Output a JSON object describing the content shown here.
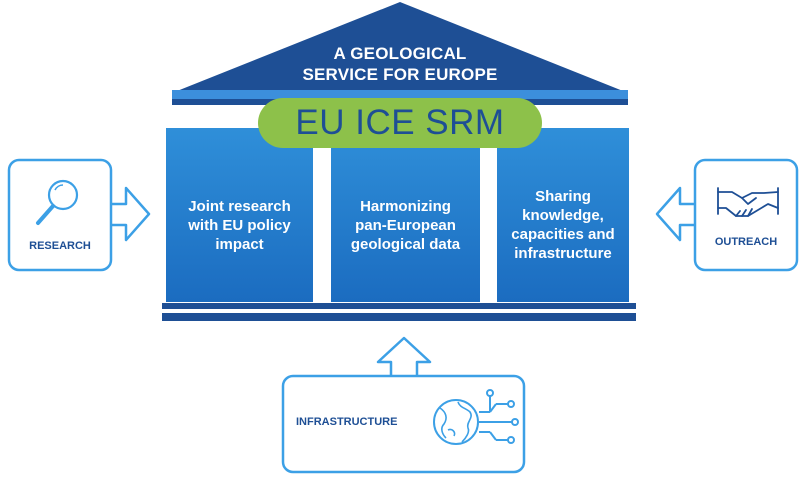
{
  "roof": {
    "line1": "A GEOLOGICAL",
    "line2": "SERVICE FOR EUROPE"
  },
  "badge": {
    "label": "EU ICE SRM"
  },
  "pillars": [
    {
      "text": "Joint research with EU policy impact"
    },
    {
      "text": "Harmonizing pan-European geological data"
    },
    {
      "text": "Sharing knowledge, capacities and infrastructure"
    }
  ],
  "inputs": {
    "research": {
      "label": "RESEARCH",
      "icon": "magnifier-icon"
    },
    "outreach": {
      "label": "OUTREACH",
      "icon": "handshake-icon"
    },
    "infrastructure": {
      "label": "INFRASTRUCTURE",
      "icon": "globe-network-icon"
    }
  },
  "colors": {
    "dark_blue": "#1e4f95",
    "pillar_blue": "#2a85d4",
    "light_blue": "#3ca0e6",
    "badge_green": "#8dc14a"
  }
}
